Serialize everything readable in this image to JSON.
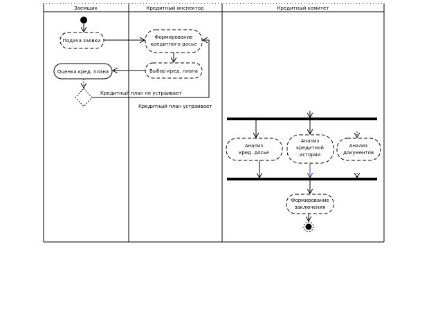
{
  "lanes": [
    "Заемщик",
    "Кредитный инспектор",
    "Кредитный комитет"
  ],
  "activities": {
    "submit": "Подача заявки",
    "dossier": [
      "Формирование",
      "кредитного досье"
    ],
    "choose_plan": "Выбор кред. плана",
    "evaluate_plan": "Оценка кред. плана",
    "analyze_dossier": [
      "Анализ",
      "кред. досье"
    ],
    "analyze_history": [
      "Анализ",
      "кредитной",
      "истории"
    ],
    "analyze_docs": [
      "Анализ",
      "документов"
    ],
    "conclusion": [
      "Формирование",
      "заключения"
    ]
  },
  "guards": {
    "not_ok": "Кредитный план не устраивает",
    "ok": "Кредитный план устраивает"
  },
  "colors": {
    "highlight_flow": "#3333aa"
  }
}
